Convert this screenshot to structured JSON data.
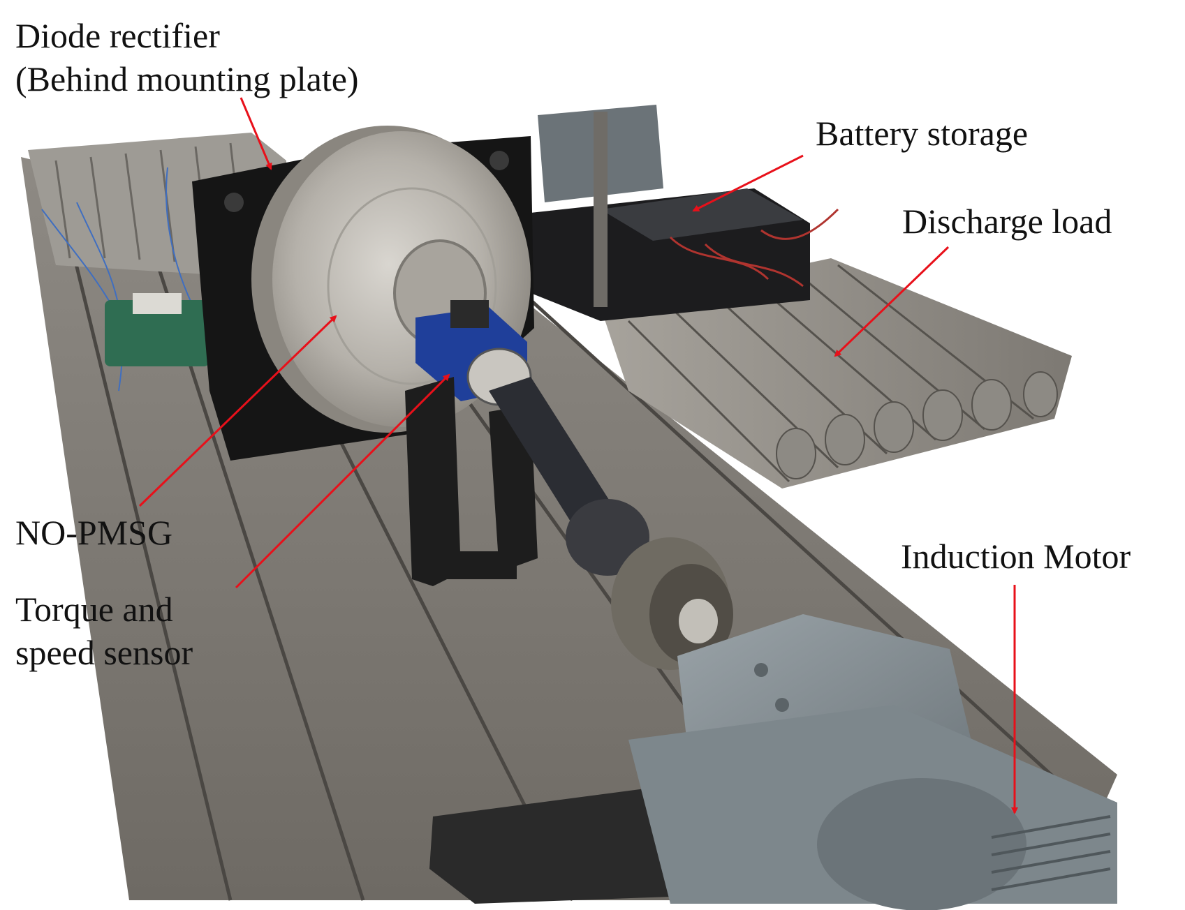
{
  "labels": {
    "diode_rectifier": {
      "line1": "Diode rectifier",
      "line2": "(Behind mounting plate)"
    },
    "battery_storage": "Battery storage",
    "discharge_load": "Discharge load",
    "no_pmsg": "NO-PMSG",
    "torque_sensor": {
      "line1": "Torque and",
      "line2": "speed sensor"
    },
    "induction_motor": "Induction Motor"
  },
  "colors": {
    "arrow": "#e8101a",
    "text": "#111111",
    "background": "#ffffff"
  }
}
